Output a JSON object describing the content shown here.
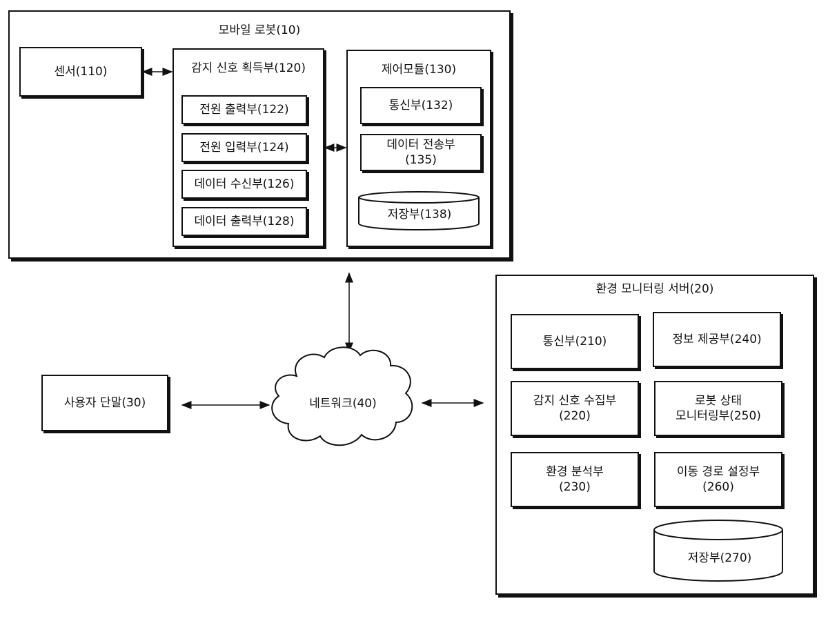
{
  "robot": {
    "title": "모바일 로봇(10)",
    "sensor": "센서(110)",
    "acquisition": {
      "title": "감지 신호 획득부(120)",
      "items": [
        "전원 출력부(122)",
        "전원 입력부(124)",
        "데이터 수신부(126)",
        "데이터 출력부(128)"
      ]
    },
    "control": {
      "title": "제어모듈(130)",
      "comm": "통신부(132)",
      "transfer_line1": "데이터 전송부",
      "transfer_line2": "(135)",
      "storage": "저장부(138)"
    }
  },
  "server": {
    "title": "환경 모니터링 서버(20)",
    "comm": "통신부(210)",
    "info": "정보 제공부(240)",
    "collect_line1": "감지 신호 수집부",
    "collect_line2": "(220)",
    "status_line1": "로봇 상태",
    "status_line2": "모니터링부(250)",
    "analysis_line1": "환경 분석부",
    "analysis_line2": "(230)",
    "route_line1": "이동 경로 설정부",
    "route_line2": "(260)",
    "storage": "저장부(270)"
  },
  "terminal": "사용자 단말(30)",
  "network": "네트워크(40)"
}
